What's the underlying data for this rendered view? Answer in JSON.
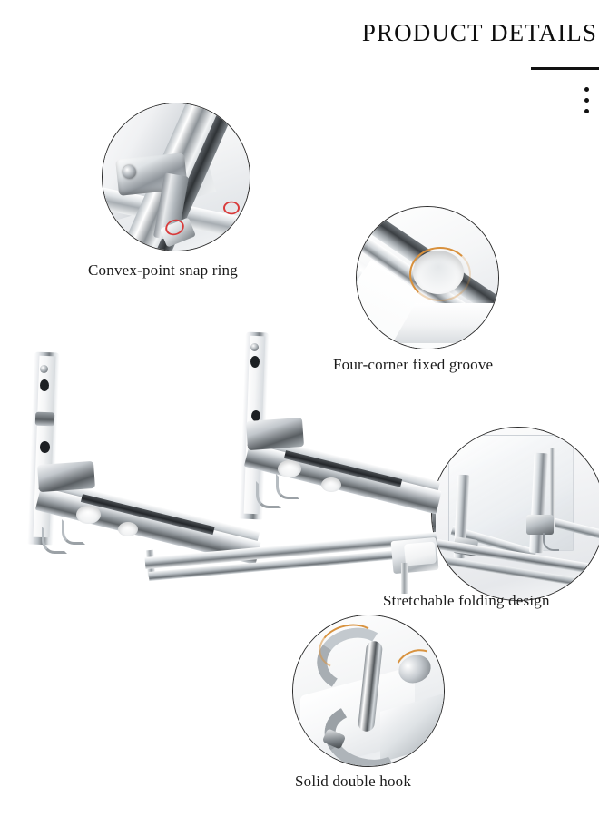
{
  "header": {
    "title": "PRODUCT DETAILS",
    "rule": "horizontal-rule",
    "dots_count": 3
  },
  "callouts": [
    {
      "id": "convex-point-snap-ring",
      "caption": "Convex-point snap ring",
      "accent_color": "#d93a3a",
      "subject": "chrome hinge with red highlighted snap ring"
    },
    {
      "id": "four-corner-fixed-groove",
      "caption": "Four-corner fixed groove",
      "accent_color": "#d8903c",
      "subject": "chrome rail with circular fixed groove"
    },
    {
      "id": "stretchable-folding-design",
      "caption": "Stretchable folding design",
      "accent_color": "#8d9399",
      "subject": "wall mounted folding bracket assembly"
    },
    {
      "id": "solid-double-hook",
      "caption": "Solid double hook",
      "accent_color": "#d89340",
      "subject": "chrome solid double hook"
    }
  ],
  "product": {
    "name": "wall-mounted folding appliance bracket",
    "finish": "chrome"
  },
  "colors": {
    "background": "#ffffff",
    "text": "#111111",
    "chrome_light": "#ffffff",
    "chrome_mid": "#9aa0a5",
    "chrome_dark": "#5f6468",
    "red_accent": "#d93a3a",
    "gold_accent": "#d8903c"
  }
}
